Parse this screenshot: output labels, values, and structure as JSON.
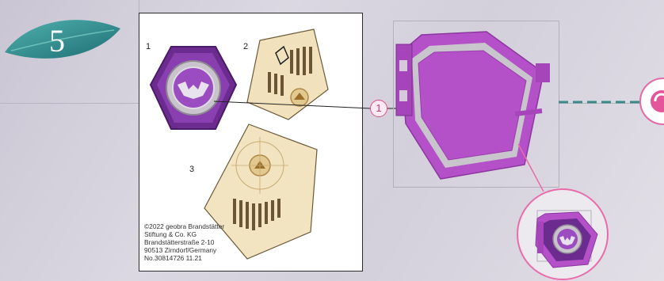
{
  "step": {
    "number": "5"
  },
  "sheet": {
    "labels": [
      "1",
      "2",
      "3"
    ],
    "copyright_lines": [
      "©2022 geobra Brandstätter",
      "Stiftung & Co. KG",
      "Brandstätterstraße 2-10",
      "90513 Zirndorf/Germany",
      "No.30814726        11.21"
    ]
  },
  "callout": {
    "number": "1"
  },
  "colors": {
    "accent_pink": "#e96bab",
    "purple": "#b24fc5",
    "leaf": "#2e8a8a"
  }
}
